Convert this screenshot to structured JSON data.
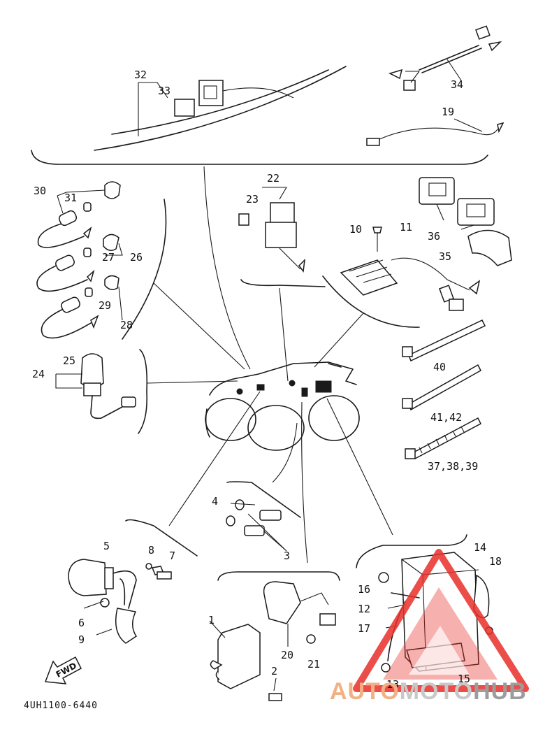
{
  "diagram": {
    "part_number": "4UH1100-6440",
    "fwd_label": "FWD",
    "callouts": {
      "c1": "1",
      "c2": "2",
      "c3": "3",
      "c4": "4",
      "c5": "5",
      "c6": "6",
      "c7": "7",
      "c8": "8",
      "c9": "9",
      "c10": "10",
      "c11": "11",
      "c12": "12",
      "c13": "13",
      "c14": "14",
      "c15": "15",
      "c16": "16",
      "c17": "17",
      "c18": "18",
      "c19": "19",
      "c20": "20",
      "c21": "21",
      "c22": "22",
      "c23": "23",
      "c24": "24",
      "c25": "25",
      "c26": "26",
      "c27": "27",
      "c28": "28",
      "c29": "29",
      "c30": "30",
      "c31": "31",
      "c32": "32",
      "c33": "33",
      "c34": "34",
      "c35": "35",
      "c36": "36",
      "c37_38_39": "37,38,39",
      "c40": "40",
      "c41_42": "41,42"
    }
  },
  "watermark": {
    "part1": "AUTO",
    "part2": "MOTO",
    "part3": "HUB",
    "colors": {
      "triangle": "#e8302a",
      "part1": "#f2b184",
      "part2": "#c8c8c8",
      "part3": "#9c9c9c"
    }
  }
}
